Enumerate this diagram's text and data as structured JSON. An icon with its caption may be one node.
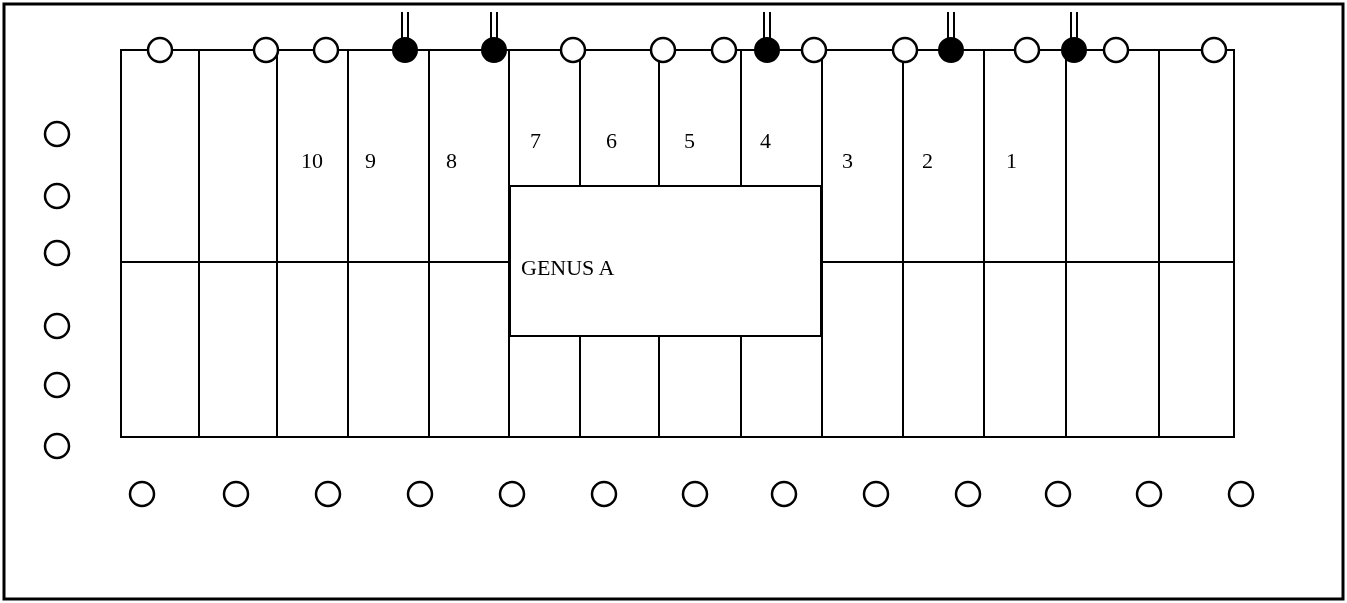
{
  "diagram": {
    "nodes": [
      {
        "text": [
          "GENUS A"
        ]
      }
    ],
    "labels": [
      "10",
      "9",
      "8",
      "7",
      "6",
      "5",
      "4",
      "3",
      "2",
      "1"
    ]
  }
}
